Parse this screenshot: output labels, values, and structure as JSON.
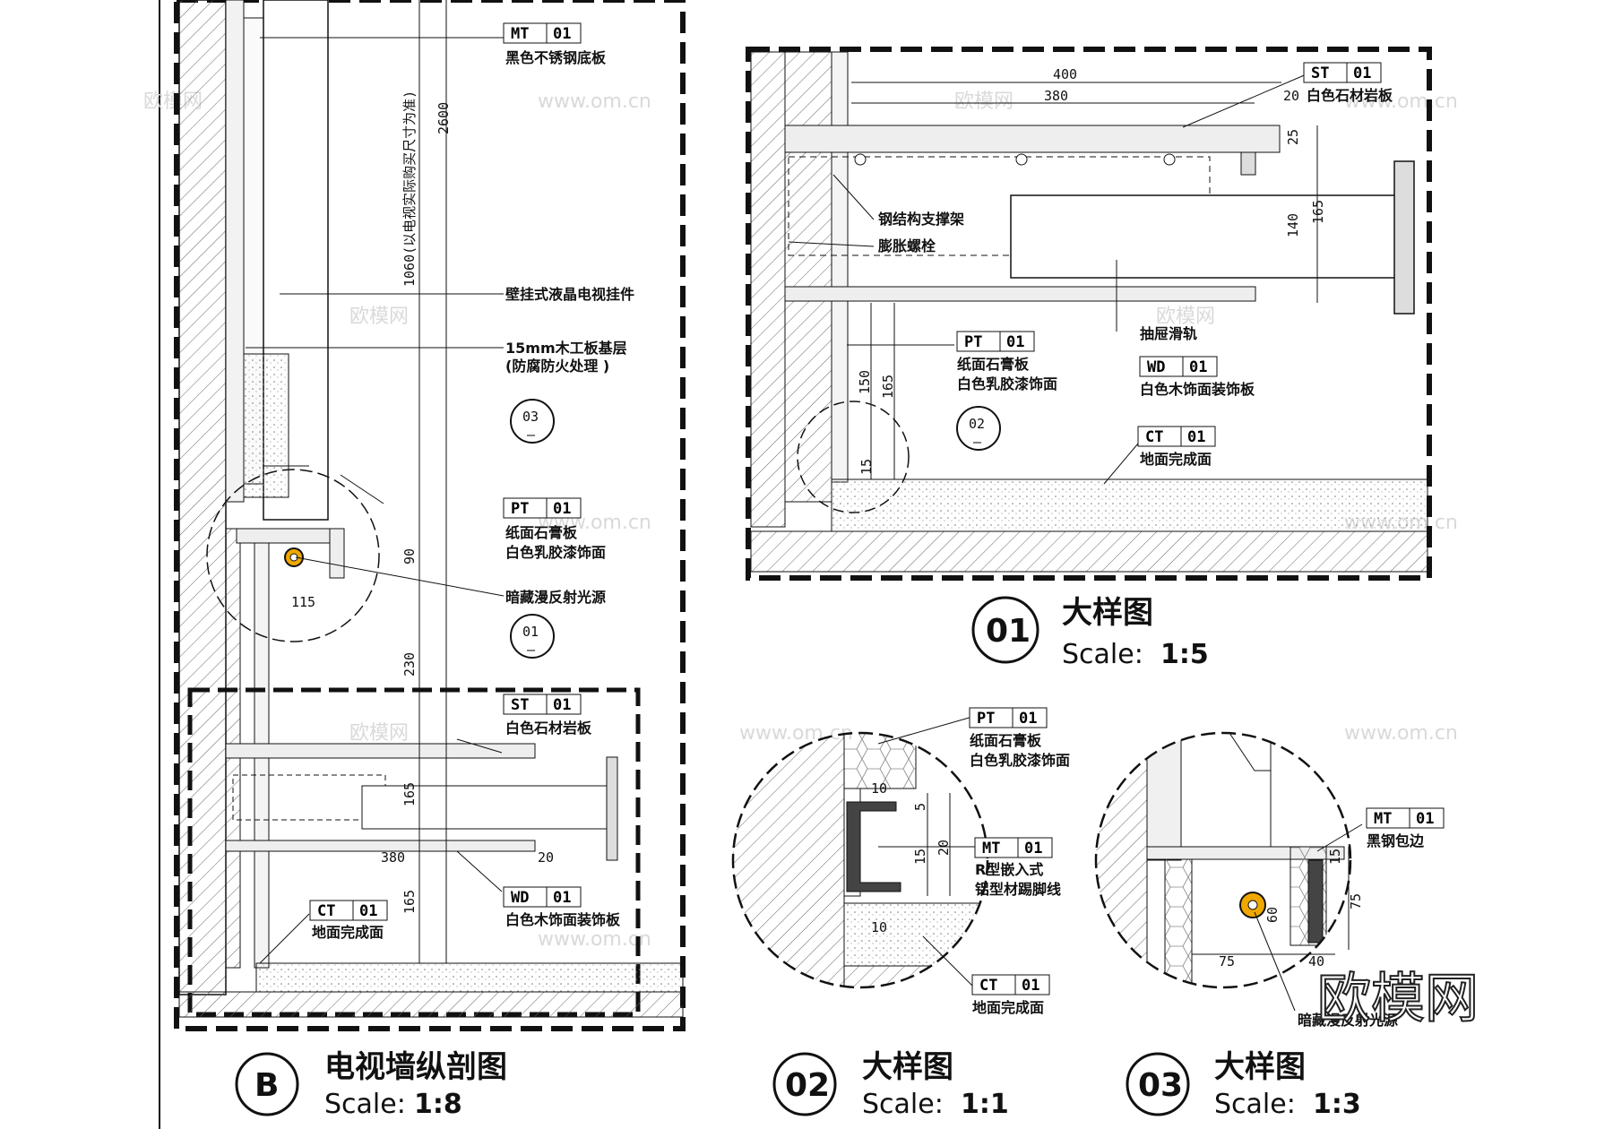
{
  "section_b": {
    "title": "电视墙纵剖图",
    "marker": "B",
    "scale_label": "Scale:",
    "scale_value": "1:8",
    "labels": [
      {
        "code": "MT",
        "num": "01",
        "text": "黑色不锈钢底板"
      },
      {
        "text": "壁挂式液晶电视挂件"
      },
      {
        "text": "15mm木工板基层"
      },
      {
        "text": "(防腐防火处理 )"
      },
      {
        "code": "PT",
        "num": "01",
        "text": "纸面石膏板",
        "text2": "白色乳胶漆饰面"
      },
      {
        "text": "暗藏漫反射光源"
      },
      {
        "code": "ST",
        "num": "01",
        "text": "白色石材岩板"
      },
      {
        "code": "WD",
        "num": "01",
        "text": "白色木饰面装饰板"
      },
      {
        "code": "CT",
        "num": "01",
        "text": "地面完成面"
      }
    ],
    "dims": [
      "2600",
      "1060(以电视实际购买尺寸为准)",
      "90",
      "115",
      "230",
      "165",
      "380",
      "20",
      "165"
    ],
    "refs": [
      {
        "num": "03",
        "sub": "—"
      },
      {
        "num": "01",
        "sub": "—"
      }
    ]
  },
  "detail_01": {
    "title": "大样图",
    "marker": "01",
    "scale_label": "Scale:",
    "scale_value": "1:5",
    "labels": [
      {
        "code": "ST",
        "num": "01",
        "text": "白色石材岩板"
      },
      {
        "text": "钢结构支撑架"
      },
      {
        "text": "膨胀螺栓"
      },
      {
        "text": "抽屉滑轨"
      },
      {
        "code": "PT",
        "num": "01",
        "text": "纸面石膏板",
        "text2": "白色乳胶漆饰面"
      },
      {
        "code": "WD",
        "num": "01",
        "text": "白色木饰面装饰板"
      },
      {
        "code": "CT",
        "num": "01",
        "text": "地面完成面"
      }
    ],
    "dims": [
      "400",
      "380",
      "20",
      "25",
      "165",
      "140",
      "150",
      "165",
      "15"
    ],
    "refs": [
      {
        "num": "02",
        "sub": "—"
      }
    ]
  },
  "detail_02": {
    "title": "大样图",
    "marker": "02",
    "scale_label": "Scale:",
    "scale_value": "1:1",
    "labels": [
      {
        "code": "PT",
        "num": "01",
        "text": "纸面石膏板",
        "text2": "白色乳胶漆饰面"
      },
      {
        "code": "MT",
        "num": "01",
        "text": "R型嵌入式",
        "text2": "铝型材踢脚线"
      },
      {
        "code": "CT",
        "num": "01",
        "text": "地面完成面"
      }
    ],
    "dims": [
      "10",
      "5",
      "15",
      "20",
      "10"
    ]
  },
  "detail_03": {
    "title": "大样图",
    "marker": "03",
    "scale_label": "Scale:",
    "scale_value": "1:3",
    "labels": [
      {
        "code": "MT",
        "num": "01",
        "text": "黑钢包边"
      },
      {
        "text": "暗藏漫反射光源"
      }
    ],
    "dims": [
      "15",
      "75",
      "60",
      "75",
      "40"
    ]
  },
  "watermarks": [
    "欧模网",
    "www.om.cn"
  ],
  "brand_logo": "欧模网",
  "colors": {
    "line": "#111111",
    "hatch": "#555555",
    "lamp": "#f0a800",
    "light_fill": "#f4f4f4"
  }
}
